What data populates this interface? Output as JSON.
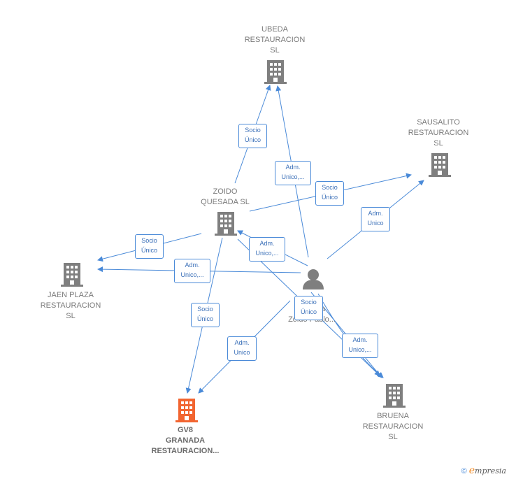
{
  "colors": {
    "edge": "#4a8ad8",
    "building_default": "#7f7f7f",
    "building_focus": "#f26531",
    "person": "#7f7f7f"
  },
  "nodes": {
    "ubeda": {
      "label": "UBEDA\nRESTAURACION\nSL",
      "icon": "building-icon"
    },
    "sausalito": {
      "label": "SAUSALITO\nRESTAURACION\nSL",
      "icon": "building-icon"
    },
    "zoido": {
      "label": "ZOIDO\nQUESADA  SL",
      "icon": "building-icon"
    },
    "jaen": {
      "label": "JAEN PLAZA\nRESTAURACION\nSL",
      "icon": "building-icon"
    },
    "gv8": {
      "label": "GV8\nGRANADA\nRESTAURACION...",
      "icon": "building-icon"
    },
    "bruena": {
      "label": "BRUENA\nRESTAURACION\nSL",
      "icon": "building-icon"
    },
    "person": {
      "label": "Zoido Pablo...",
      "label_fragment": "a",
      "icon": "person-icon"
    }
  },
  "edge_labels": {
    "zoido_ubeda": "Socio\nÚnico",
    "person_ubeda": "Adm.\nUnico,...",
    "zoido_sausalito": "Socio\nÚnico",
    "person_sausalito": "Adm.\nUnico",
    "zoido_jaen": "Socio\nÚnico",
    "person_jaen": "Adm.\nUnico,...",
    "person_zoido": "Adm.\nUnico,...",
    "zoido_gv8": "Socio\nÚnico",
    "person_gv8": "Adm.\nUnico",
    "person_bruena_socio": "Socio\nÚnico",
    "person_bruena_adm": "Adm.\nUnico,..."
  },
  "footer": {
    "copyright": "©",
    "brand_initial": "e",
    "brand_rest": "mpresia"
  }
}
